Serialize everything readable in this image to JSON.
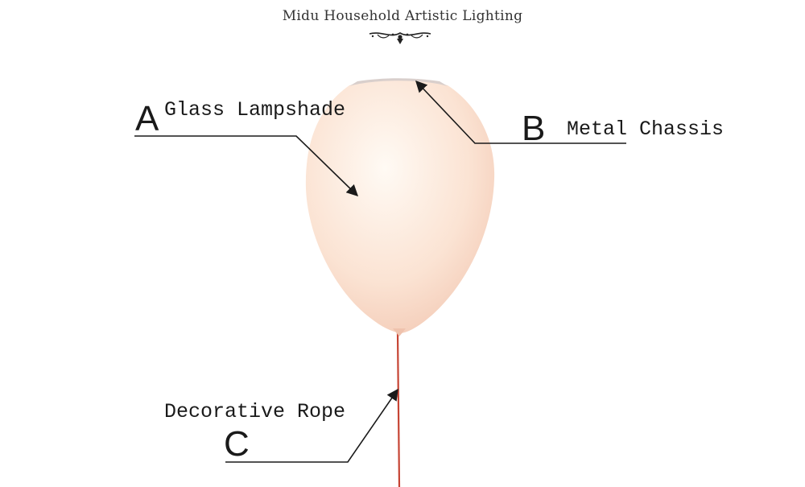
{
  "brand": {
    "name": "Midu Household Artistic Lighting",
    "ornament_icon": "floral-flourish-icon"
  },
  "parts": [
    {
      "letter": "A",
      "label": "Glass Lampshade"
    },
    {
      "letter": "B",
      "label": "Metal Chassis"
    },
    {
      "letter": "C",
      "label": "Decorative Rope"
    }
  ],
  "colors": {
    "shade_light": "#fffaf4",
    "shade_mid": "#fbe3d3",
    "shade_edge": "#f2c7b2",
    "rope": "#c64434",
    "chassis": "#d9cfcc",
    "ink": "#1a1a1a"
  }
}
